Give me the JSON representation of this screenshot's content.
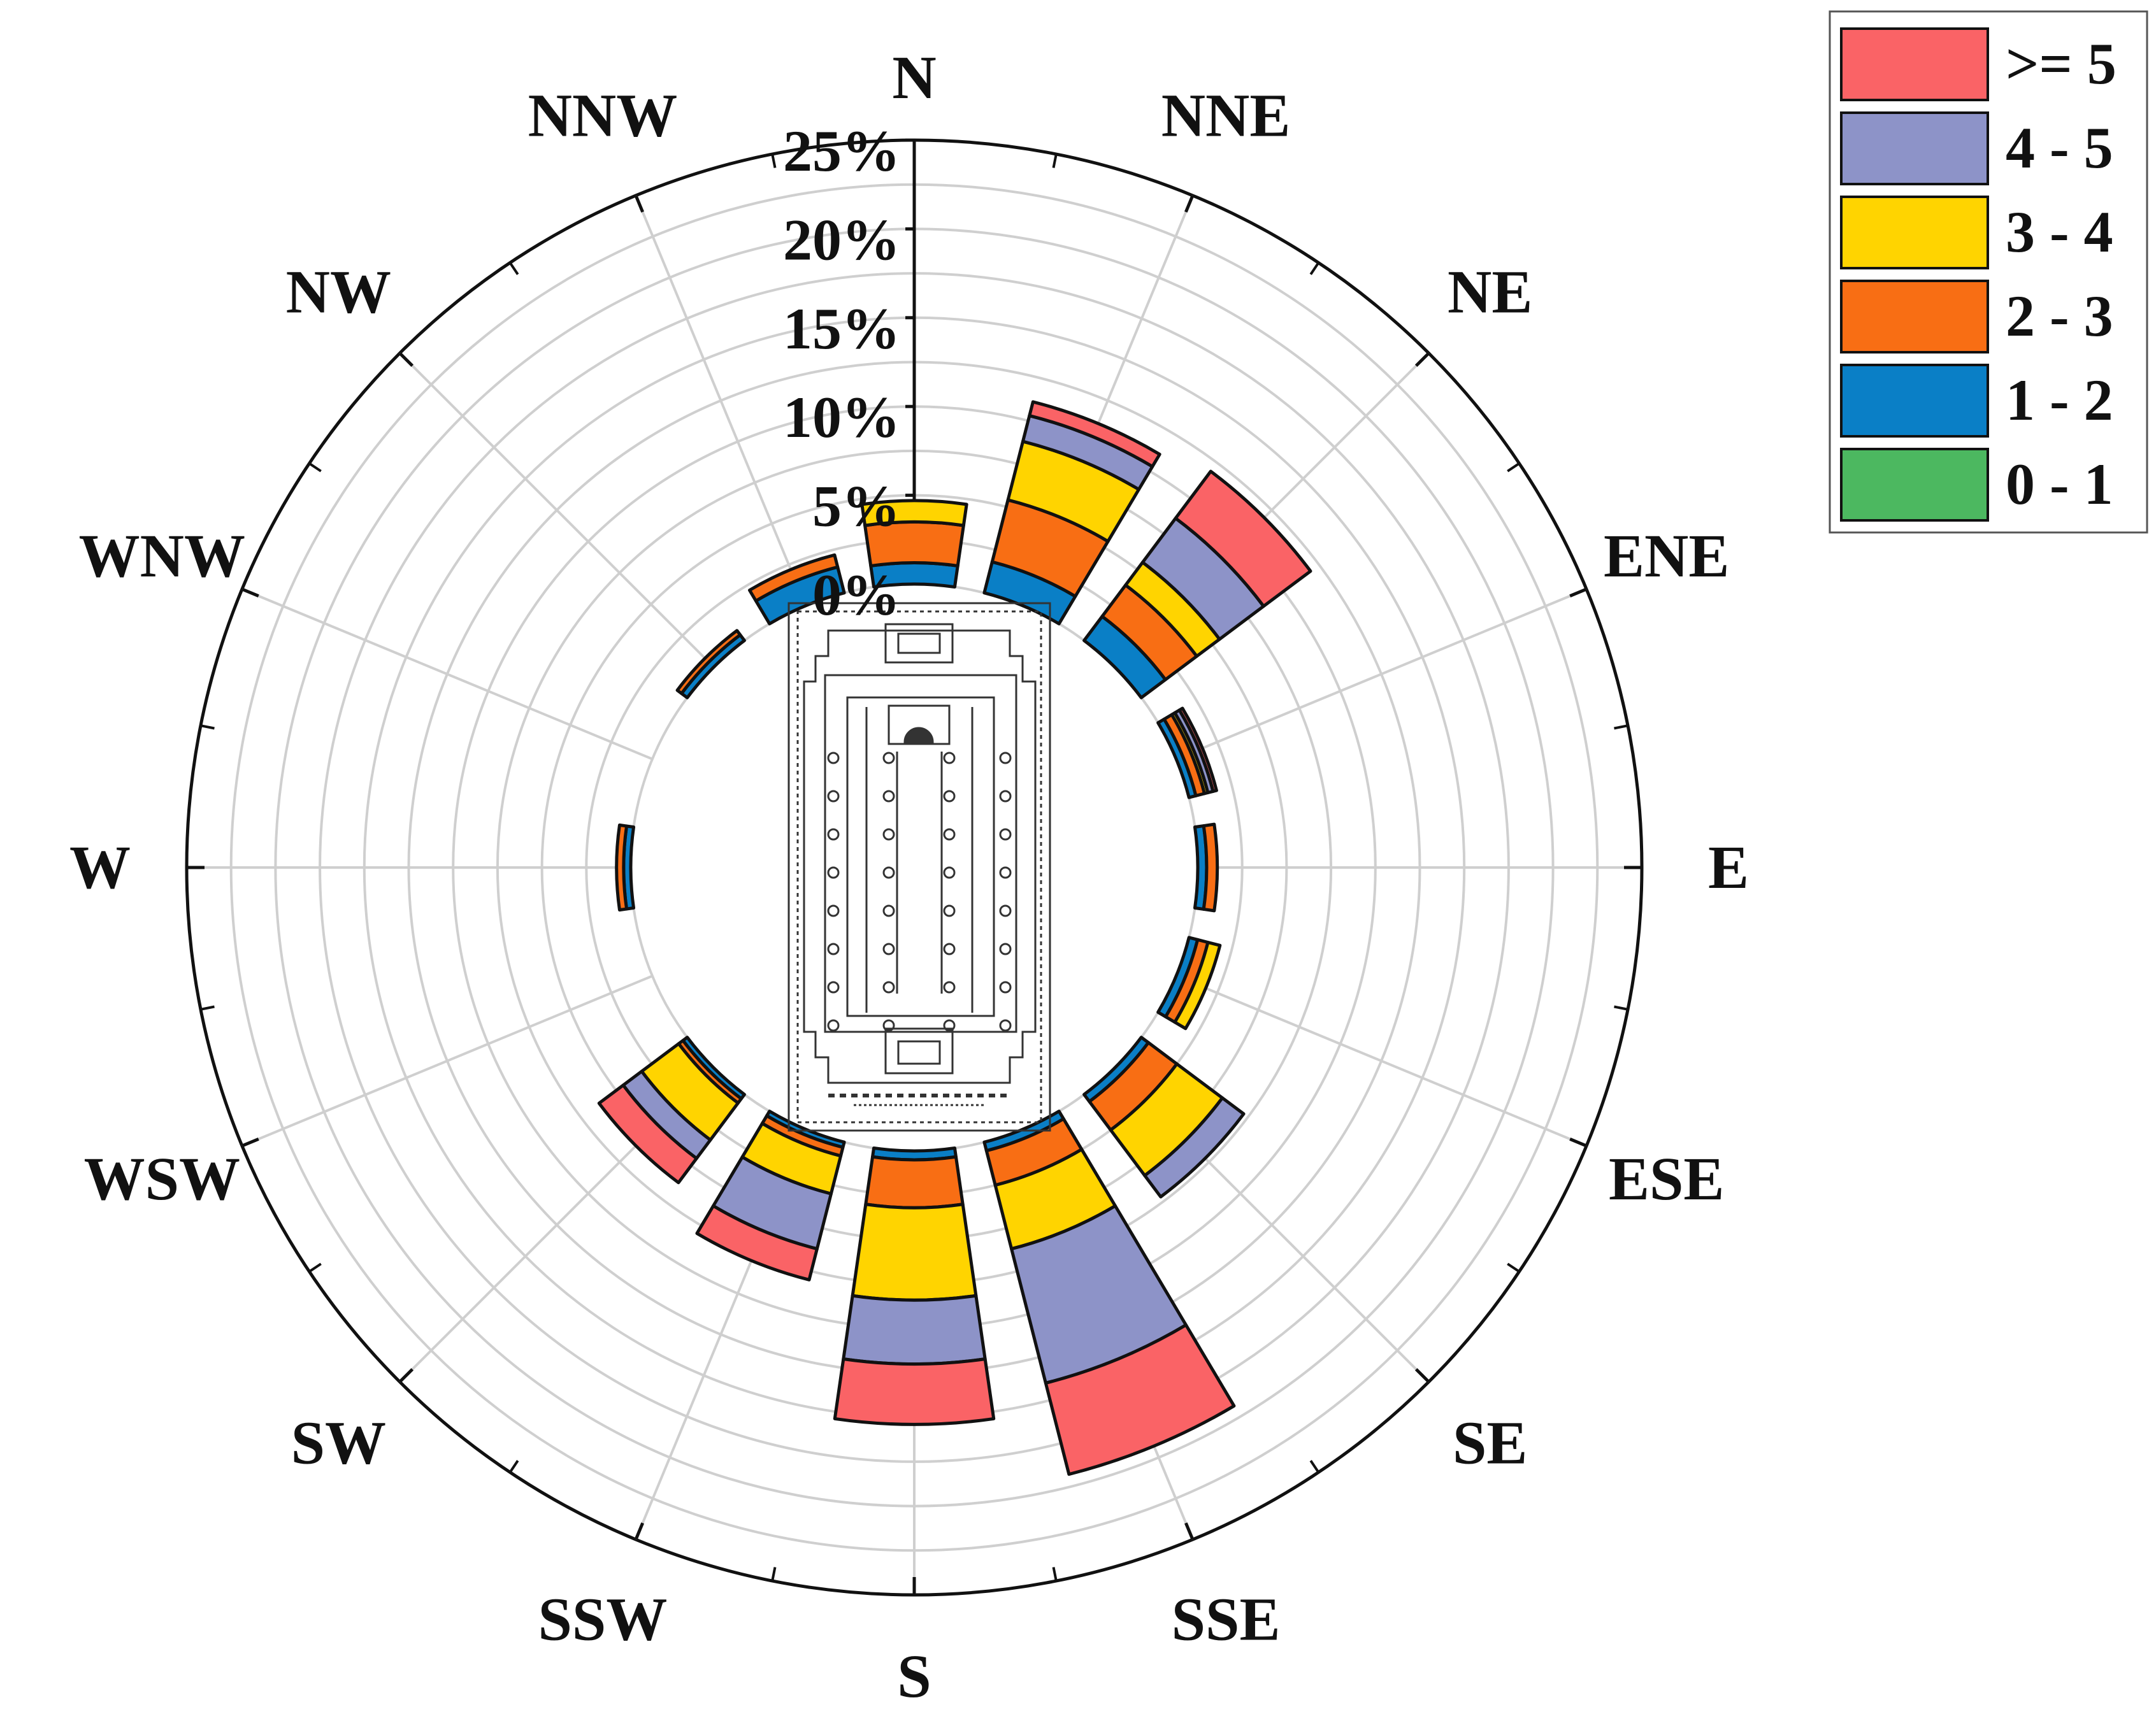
{
  "chart_data": {
    "type": "wind-rose",
    "directions": [
      "N",
      "NNE",
      "NE",
      "ENE",
      "E",
      "ESE",
      "SE",
      "SSE",
      "S",
      "SSW",
      "SW",
      "WSW",
      "W",
      "WNW",
      "NW",
      "NNW"
    ],
    "radial_ticks": [
      0,
      5,
      10,
      15,
      20,
      25
    ],
    "radial_tick_labels": [
      "0%",
      "5%",
      "10%",
      "15%",
      "20%",
      "25%"
    ],
    "rlim": [
      0,
      25
    ],
    "legend_placement": "top-right",
    "grid": true,
    "bins": [
      {
        "label": "0 - 1",
        "color": "#4cb860"
      },
      {
        "label": "1 - 2",
        "color": "#0a7fc6"
      },
      {
        "label": "2 - 3",
        "color": "#f86e14"
      },
      {
        "label": "3 - 4",
        "color": "#ffd400"
      },
      {
        "label": "4 - 5",
        "color": "#8d93c8"
      },
      {
        "label": ">= 5",
        "color": "#fa6366"
      }
    ],
    "frequencies": {
      "N": [
        0,
        1.2,
        2.3,
        1.2,
        0,
        0
      ],
      "NNE": [
        0,
        1.8,
        3.6,
        3.4,
        1.5,
        0.8
      ],
      "NE": [
        0,
        1.7,
        2.2,
        1.6,
        3.1,
        3.3
      ],
      "ENE": [
        0,
        0.4,
        0.5,
        0.2,
        0.3,
        0.2
      ],
      "E": [
        0,
        0.5,
        0.6,
        0,
        0,
        0
      ],
      "ESE": [
        0,
        0.5,
        0.6,
        0.7,
        0,
        0
      ],
      "SE": [
        0,
        0.5,
        2.0,
        3.2,
        1.5,
        0
      ],
      "SSE": [
        0,
        0.5,
        2.0,
        3.7,
        7.8,
        5.3
      ],
      "S": [
        0,
        0.5,
        2.7,
        5.2,
        3.6,
        3.4
      ],
      "SSW": [
        0,
        0.3,
        0.5,
        2.2,
        3.2,
        1.8
      ],
      "SW": [
        0,
        0.3,
        0.3,
        2.6,
        1.3,
        1.7
      ],
      "WSW": [
        0,
        0,
        0,
        0,
        0,
        0
      ],
      "W": [
        0,
        0.4,
        0.4,
        0,
        0,
        0
      ],
      "WNW": [
        0,
        0,
        0,
        0,
        0,
        0
      ],
      "NW": [
        0,
        0.4,
        0.3,
        0,
        0,
        0
      ],
      "NNW": [
        0,
        1.5,
        0.7,
        0,
        0,
        0
      ]
    }
  }
}
